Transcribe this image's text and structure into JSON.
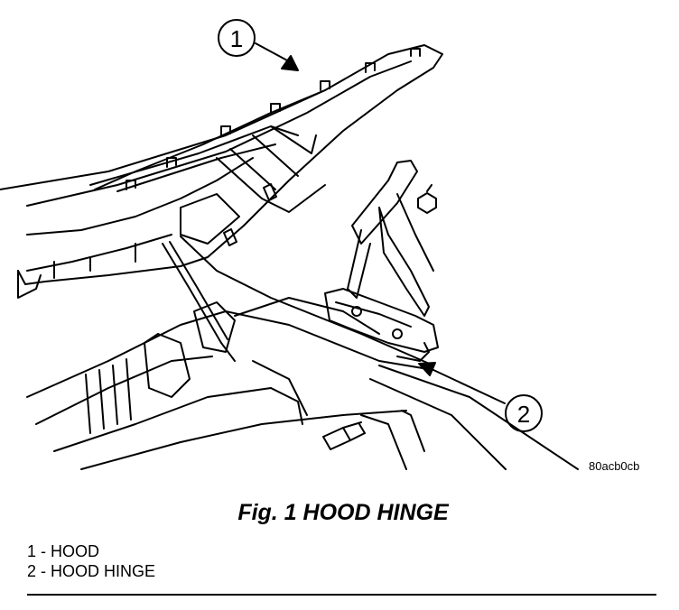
{
  "figure": {
    "callouts": [
      {
        "number": "1"
      },
      {
        "number": "2"
      }
    ],
    "figure_code": "80acb0cb",
    "caption": "Fig. 1 HOOD HINGE",
    "legend": [
      {
        "text": "1 - HOOD"
      },
      {
        "text": "2 - HOOD HINGE"
      }
    ]
  }
}
